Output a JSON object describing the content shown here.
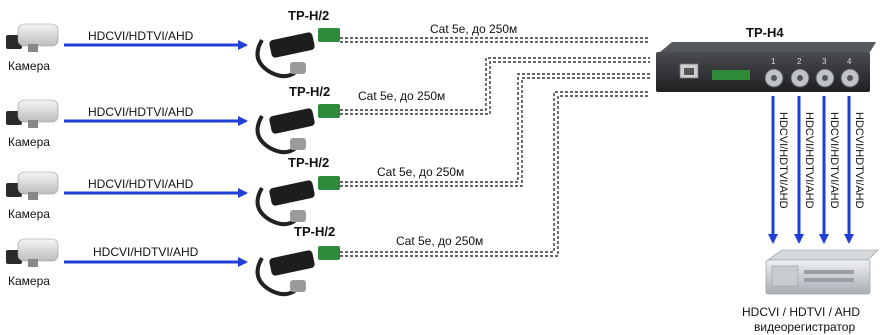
{
  "cameras": [
    {
      "camera_label": "Камера",
      "signal_label": "HDCVI/HDTVI/AHD",
      "transceiver_label": "TP-H/2",
      "cable_label": "Cat 5e, до 250м"
    },
    {
      "camera_label": "Камера",
      "signal_label": "HDCVI/HDTVI/AHD",
      "transceiver_label": "TP-H/2",
      "cable_label": "Cat 5e, до 250м"
    },
    {
      "camera_label": "Камера",
      "signal_label": "HDCVI/HDTVI/AHD",
      "transceiver_label": "TP-H/2",
      "cable_label": "Cat 5e, до 250м"
    },
    {
      "camera_label": "Камера",
      "signal_label": "HDCVI/HDTVI/AHD",
      "transceiver_label": "TP-H/2",
      "cable_label": "Cat 5e, до 250м"
    }
  ],
  "hub": {
    "label": "TP-H4",
    "ports": [
      "1",
      "2",
      "3",
      "4"
    ]
  },
  "outputs": [
    {
      "label": "HDCVI/HDTVI/AHD"
    },
    {
      "label": "HDCVI/HDTVI/AHD"
    },
    {
      "label": "HDCVI/HDTVI/AHD"
    },
    {
      "label": "HDCVI/HDTVI/AHD"
    }
  ],
  "recorder": {
    "signal_label": "HDCVI / HDTVI / AHD",
    "label": "видеорегистратор"
  },
  "colors": {
    "arrow": "#1f3fd6",
    "cable": "#333333",
    "hub_body": "#2b2d30"
  }
}
